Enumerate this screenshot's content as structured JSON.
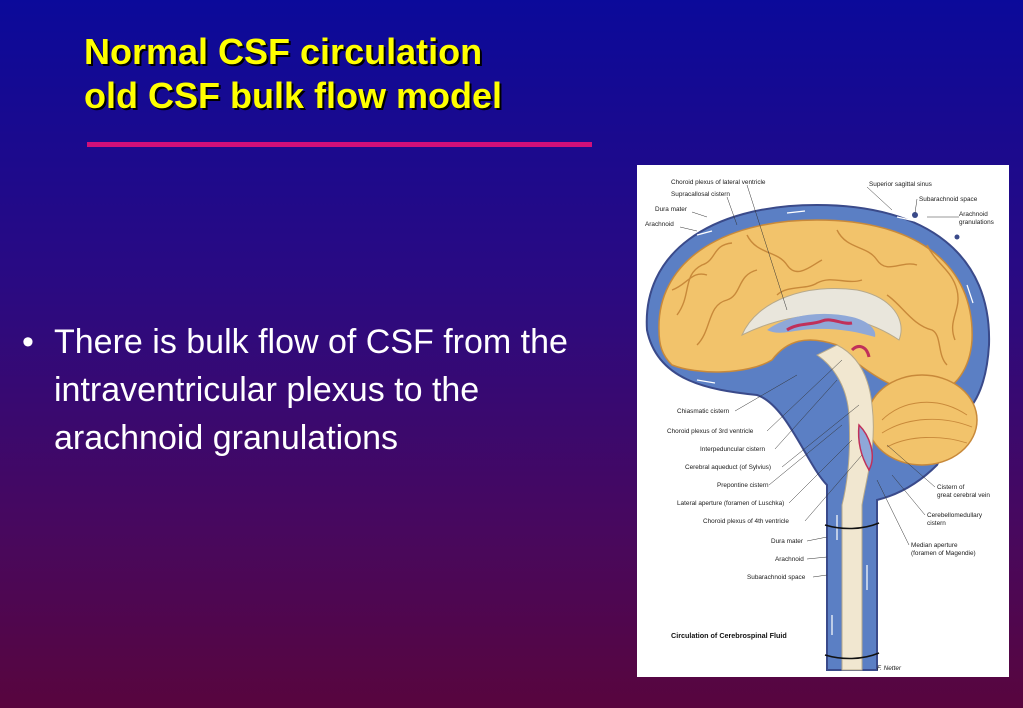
{
  "slide": {
    "title_line1": "Normal CSF circulation",
    "title_line2": "old CSF bulk flow model",
    "bullets": [
      "There is bulk flow of CSF from the intraventricular plexus to the arachnoid granulations"
    ]
  },
  "figure": {
    "caption": "Circulation of Cerebrospinal Fluid",
    "signature": "F. Netter",
    "labels": {
      "choroid_plexus_lateral": "Choroid plexus of lateral ventricle",
      "supracallosal_cistern": "Supracallosal cistern",
      "dura_mater_top": "Dura mater",
      "arachnoid_top": "Arachnoid",
      "superior_sagittal_sinus": "Superior sagittal sinus",
      "subarachnoid_space_top": "Subarachnoid space",
      "arachnoid_granulations_1": "Arachnoid",
      "arachnoid_granulations_2": "granulations",
      "chiasmatic_cistern": "Chiasmatic cistern",
      "choroid_plexus_3rd": "Choroid plexus of 3rd ventricle",
      "interpeduncular_cistern": "Interpeduncular cistern",
      "cerebral_aqueduct": "Cerebral aqueduct (of Sylvius)",
      "prepontine_cistern": "Prepontine cistern",
      "lateral_aperture": "Lateral aperture (foramen of Luschka)",
      "choroid_plexus_4th": "Choroid plexus of 4th ventricle",
      "dura_mater_bottom": "Dura mater",
      "arachnoid_bottom": "Arachnoid",
      "subarachnoid_space_bottom": "Subarachnoid space",
      "cistern_great_vein_1": "Cistern of",
      "cistern_great_vein_2": "great cerebral vein",
      "cerebellomedullary_1": "Cerebellomedullary",
      "cerebellomedullary_2": "cistern",
      "median_aperture_1": "Median aperture",
      "median_aperture_2": "(foramen of Magendie)"
    },
    "colors": {
      "brain": "#f2c36b",
      "gyri_lines": "#c8893a",
      "csf_space": "#5b7fc4",
      "dura": "#3a4a8a",
      "choroid_plexus": "#c0305a"
    }
  }
}
